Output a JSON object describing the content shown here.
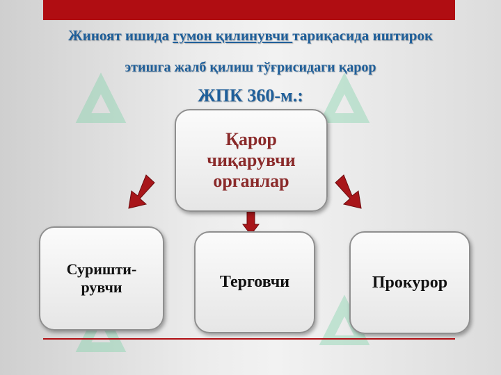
{
  "colors": {
    "bar": "#b00d12",
    "title": "#1f5f9a",
    "arrow": "#a8161a",
    "center_text": "#8a2a2a"
  },
  "title": {
    "line1_pre": "Жиноят ишида ",
    "line1_underlined": "гумон қилинувчи ",
    "line1_post": "тариқасида иштирок",
    "line2": "этишга жалб қилиш тўғрисидаги қарор",
    "line3": "ЖПК 360-м.:"
  },
  "diagram": {
    "center": {
      "line1": "Қарор",
      "line2": "чиқарувчи",
      "line3": "органлар"
    },
    "left": {
      "line1": "Суришти-",
      "line2": "рувчи"
    },
    "middle": {
      "label": "Терговчи"
    },
    "right": {
      "label": "Прокурор"
    }
  }
}
